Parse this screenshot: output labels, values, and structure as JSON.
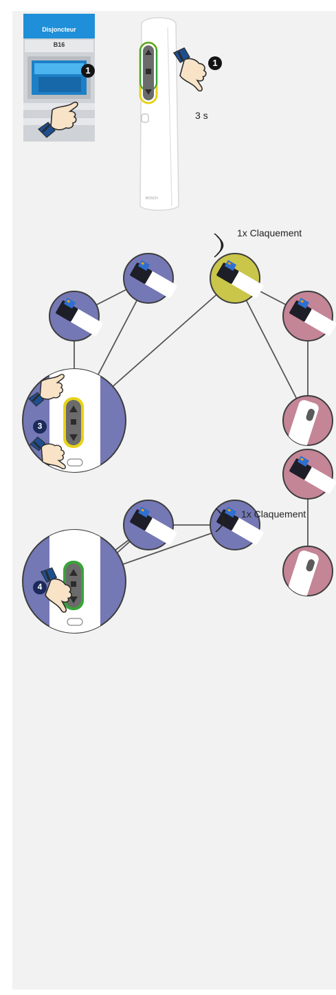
{
  "breaker": {
    "title": "Disjoncteur",
    "rating": "B16"
  },
  "steps": {
    "one_a": "1",
    "one_b": "1",
    "three": "3",
    "four": "4"
  },
  "hold_time": "3 s",
  "click_label_1": "1x Claquement",
  "click_label_2": "1x Claquement",
  "colors": {
    "background": "#f2f2f2",
    "node_blue": "#7478b5",
    "node_yellow": "#c9c64a",
    "node_pink": "#c48596",
    "breaker_blue": "#1a8ed6",
    "remote_led_green": "#3aa33a",
    "remote_led_yellow": "#e7d21a"
  },
  "icons": {
    "hand": "pointing-hand-icon",
    "motor": "tubular-motor-icon",
    "remote": "remote-control-icon",
    "sound": "sound-waves-icon"
  }
}
